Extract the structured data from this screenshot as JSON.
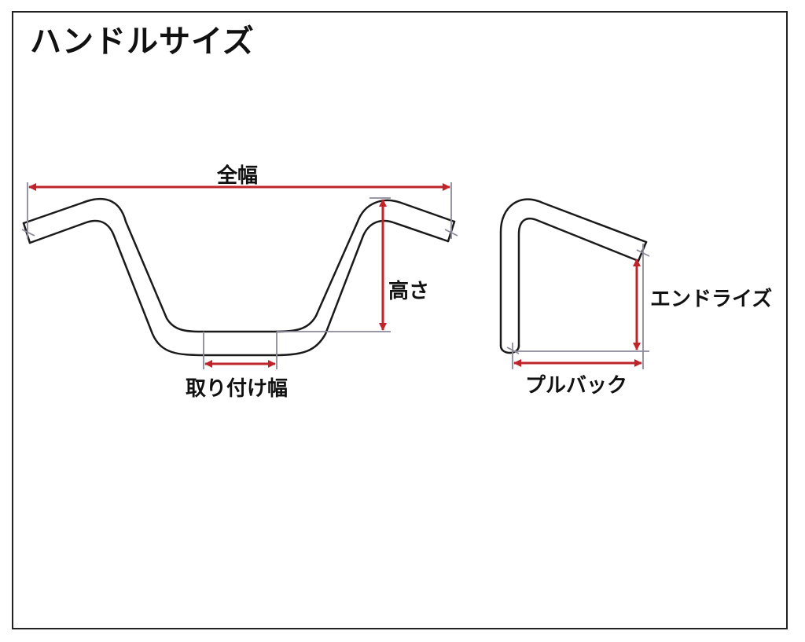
{
  "title": "ハンドルサイズ",
  "labels": {
    "overall_width": "全幅",
    "height": "高さ",
    "mounting_width": "取り付け幅",
    "end_rise": "エンドライズ",
    "pullback": "プルバック"
  },
  "colors": {
    "dimension_line": "#c0242b",
    "extension_line": "#8a8a9a",
    "handlebar_stroke": "#1a1a1a",
    "frame": "#222222"
  }
}
